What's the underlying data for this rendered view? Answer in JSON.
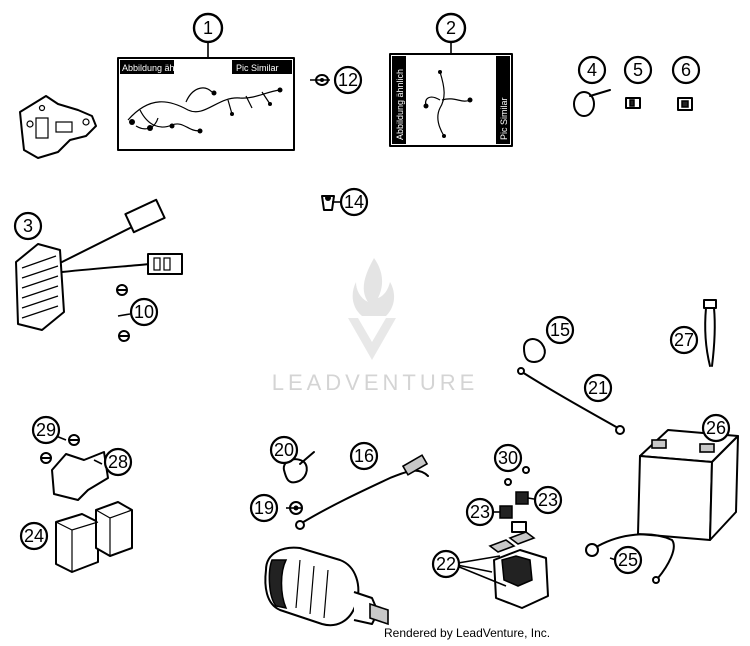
{
  "illustration_labels": {
    "image_similar_de": "Abbildung ähnlich",
    "image_similar_en": "Pic Similar"
  },
  "watermark": "LEADVENTURE",
  "credit": "Rendered by LeadVenture, Inc.",
  "callouts": [
    {
      "id": "callout-1",
      "number": "1"
    },
    {
      "id": "callout-2",
      "number": "2"
    },
    {
      "id": "callout-3",
      "number": "3"
    },
    {
      "id": "callout-4",
      "number": "4"
    },
    {
      "id": "callout-5",
      "number": "5"
    },
    {
      "id": "callout-6",
      "number": "6"
    },
    {
      "id": "callout-10",
      "number": "10"
    },
    {
      "id": "callout-12",
      "number": "12"
    },
    {
      "id": "callout-14",
      "number": "14"
    },
    {
      "id": "callout-15",
      "number": "15"
    },
    {
      "id": "callout-16",
      "number": "16"
    },
    {
      "id": "callout-19",
      "number": "19"
    },
    {
      "id": "callout-20",
      "number": "20"
    },
    {
      "id": "callout-21",
      "number": "21"
    },
    {
      "id": "callout-22",
      "number": "22"
    },
    {
      "id": "callout-23a",
      "number": "23"
    },
    {
      "id": "callout-23b",
      "number": "23"
    },
    {
      "id": "callout-24",
      "number": "24"
    },
    {
      "id": "callout-25",
      "number": "25"
    },
    {
      "id": "callout-26",
      "number": "26"
    },
    {
      "id": "callout-27",
      "number": "27"
    },
    {
      "id": "callout-28",
      "number": "28"
    },
    {
      "id": "callout-29",
      "number": "29"
    },
    {
      "id": "callout-30",
      "number": "30"
    }
  ]
}
